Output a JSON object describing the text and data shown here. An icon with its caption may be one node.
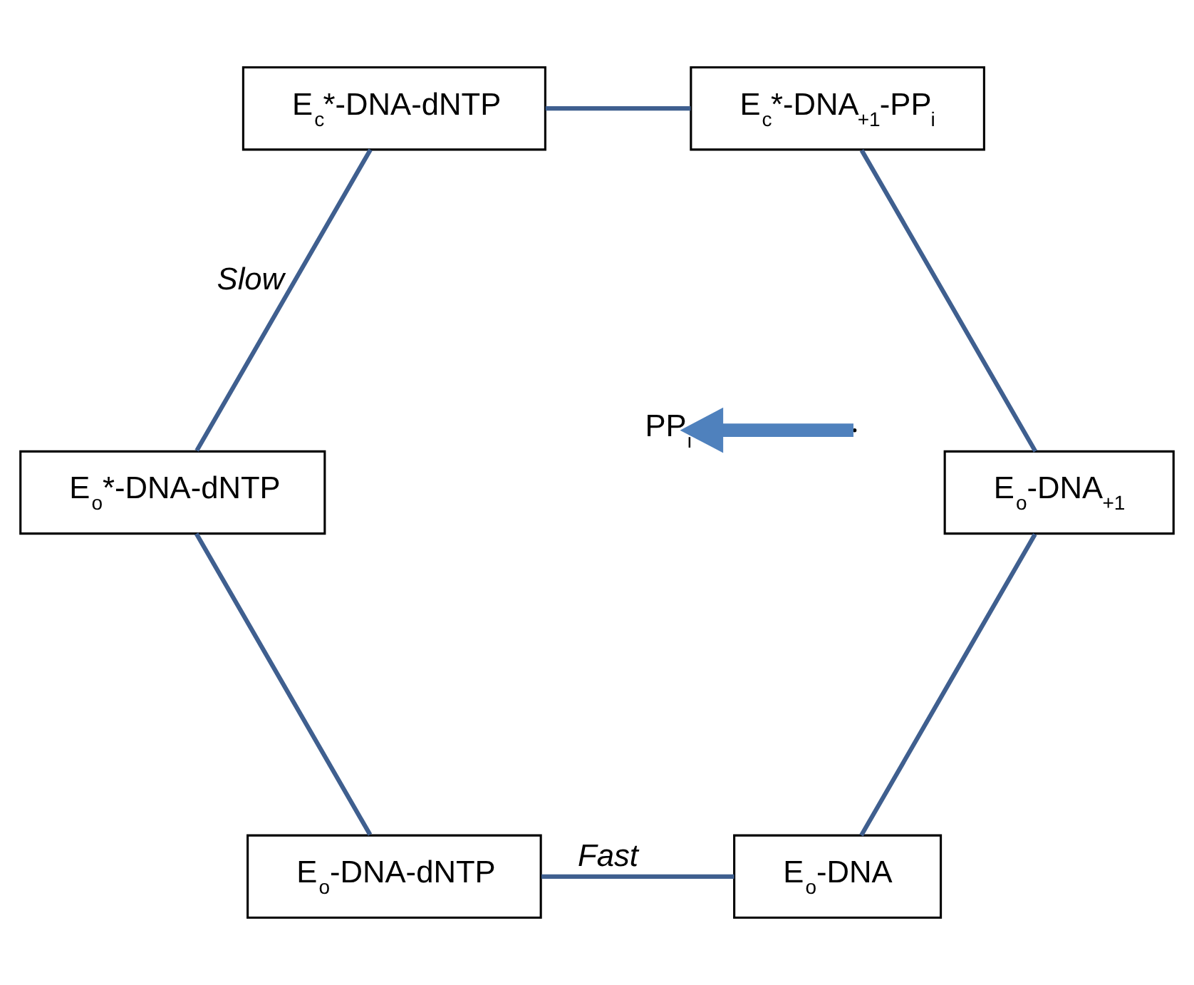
{
  "diagram": {
    "nodes": [
      {
        "text": [
          "E$_{o}$-DNA"
        ]
      },
      {
        "text": [
          "E$_{o}$-DNA-dNTP"
        ]
      },
      {
        "text": [
          "E$_{o}$*-DNA-dNTP"
        ]
      },
      {
        "text": [
          "E$_{c}$*-DNA-dNTP"
        ]
      },
      {
        "text": [
          "E$_{c}$*-DNA$_{+1}$-PP$_{i}$"
        ]
      },
      {
        "text": [
          "E$_{o}$-DNA$_{+1}$"
        ]
      },
      {
        "text": [
          "PP$_{i}$"
        ]
      }
    ],
    "edges": [
      {
        "from": 0,
        "to": 1,
        "arrow": "none",
        "label": "Fast"
      },
      {
        "from": 1,
        "to": 2,
        "arrow": "none"
      },
      {
        "from": 2,
        "to": 3,
        "arrow": "none",
        "label": "Slow"
      },
      {
        "from": 3,
        "to": 4,
        "arrow": "none"
      },
      {
        "from": 4,
        "to": 5,
        "arrow": "none"
      },
      {
        "from": 5,
        "to": 0,
        "arrow": "none"
      },
      {
        "from": null,
        "to": 6,
        "arrow": "to",
        "style": "thick",
        "color": "#4f81bd"
      }
    ]
  }
}
